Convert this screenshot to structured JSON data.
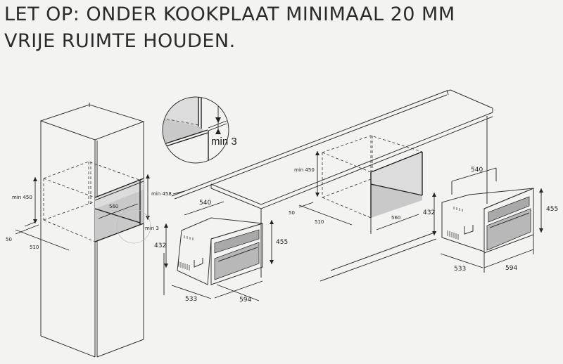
{
  "heading": {
    "line1": "LET OP: ONDER KOOKPLAAT MINIMAAL 20 MM",
    "line2": "VRIJE RUIMTE HOUDEN."
  },
  "diagram": {
    "tall_cabinet": {
      "min_height": "min 450",
      "niche_height": "min 458",
      "width": "560",
      "depth": "510",
      "rear_gap": "50",
      "clearance": "min 3"
    },
    "detail_circle": {
      "label": "min 3"
    },
    "oven_left": {
      "top_depth": "540",
      "side_height": "432",
      "front_height": "455",
      "depth": "533",
      "width": "594"
    },
    "under_counter": {
      "min_height": "min 450",
      "width": "560",
      "depth": "510",
      "rear_gap": "50"
    },
    "oven_right": {
      "top_depth": "540",
      "side_height": "432",
      "front_height": "455",
      "depth": "533",
      "width": "594"
    }
  },
  "colors": {
    "background": "#f3f3f1",
    "line": "#333333",
    "shade_light": "#c9c9c9",
    "shade_dark": "#aeaeae"
  }
}
